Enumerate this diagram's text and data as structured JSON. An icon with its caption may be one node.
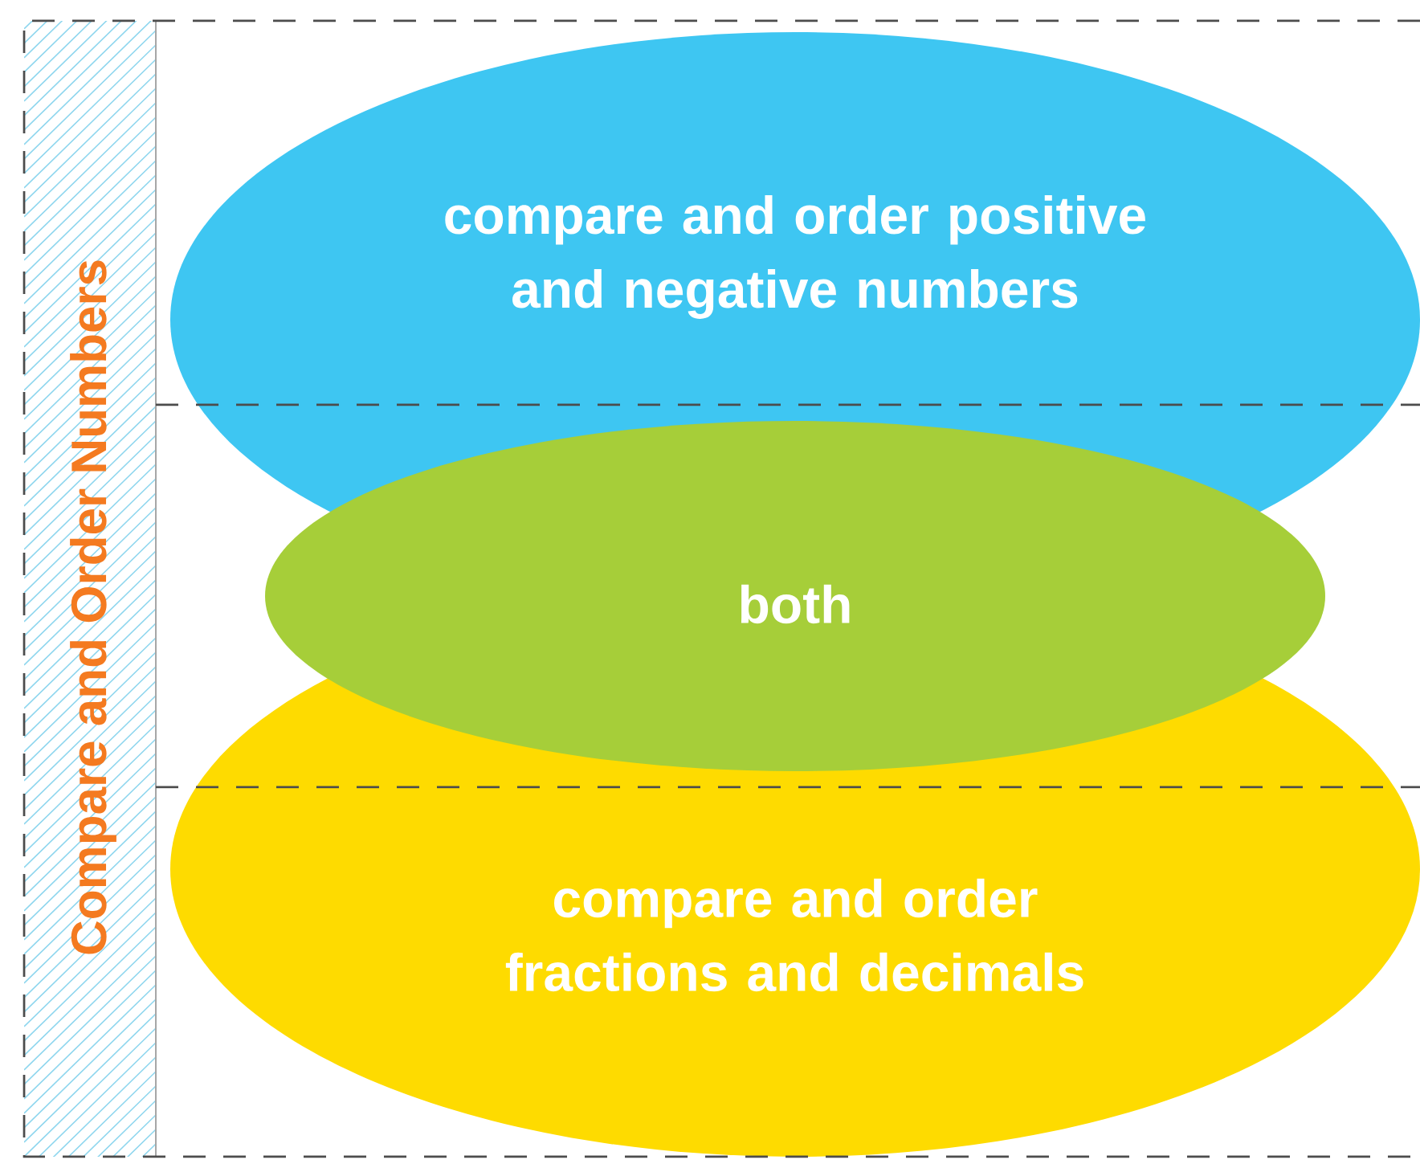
{
  "diagram": {
    "title": "Compare and Order Numbers",
    "nodes": [
      {
        "text": [
          "compare and order positive and negative numbers"
        ]
      },
      {
        "text": [
          "compare and order fractions and decimals"
        ]
      },
      {
        "text": [
          "both"
        ]
      }
    ]
  }
}
